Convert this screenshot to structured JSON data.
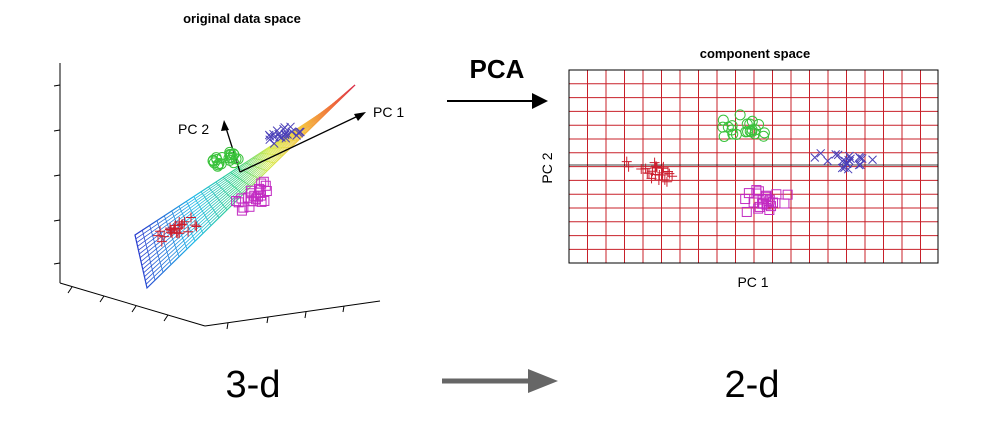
{
  "left_panel": {
    "title": "original data space",
    "axis_pc1": "PC 1",
    "axis_pc2": "PC 2"
  },
  "transform": {
    "label": "PCA"
  },
  "right_panel": {
    "title": "component space",
    "xlabel": "PC 1",
    "ylabel": "PC 2"
  },
  "bottom": {
    "from_dim": "3-d",
    "to_dim": "2-d"
  },
  "colors": {
    "cluster_red": "#cc1f2f",
    "cluster_green": "#39c23a",
    "cluster_blue": "#4a3fb8",
    "cluster_magenta": "#c22ac2",
    "grid_red": "#c8202a",
    "arrow_gray": "#666666"
  },
  "legend_markers": {
    "red": "plus",
    "green": "circle",
    "blue": "x",
    "magenta": "square"
  }
}
